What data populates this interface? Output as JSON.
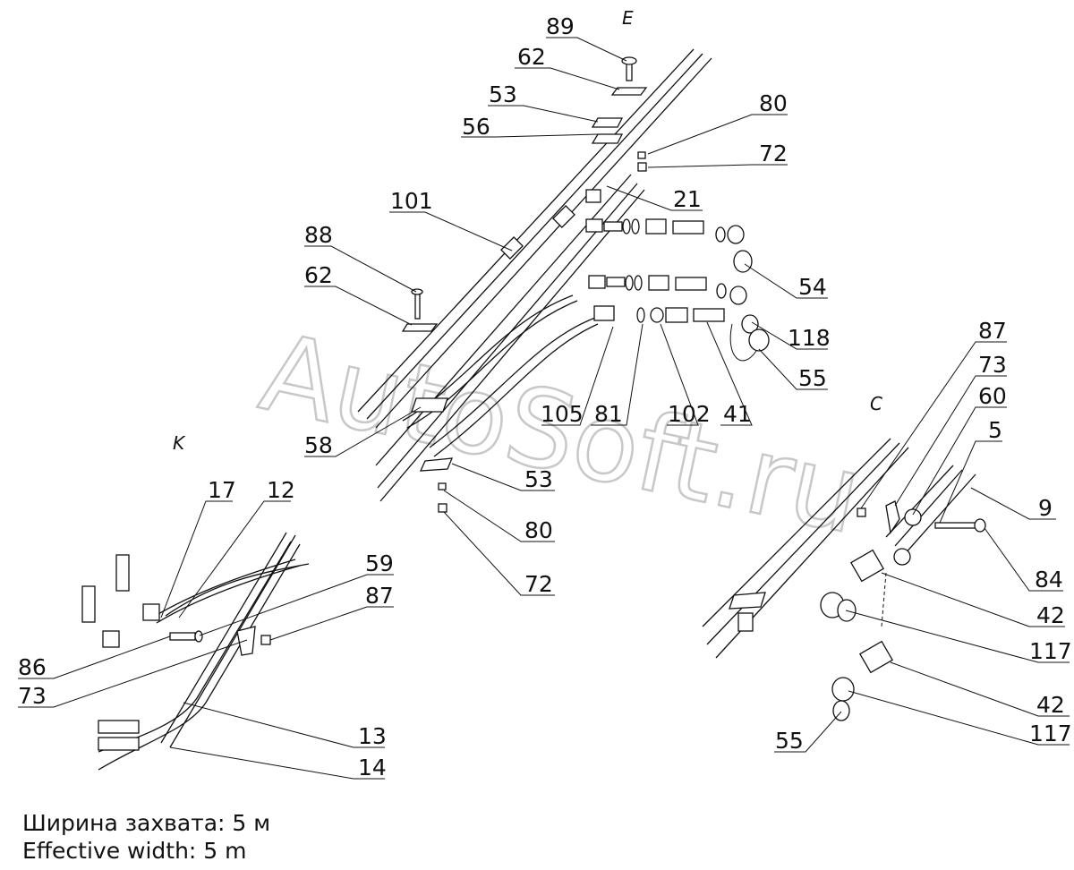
{
  "views": [
    "E",
    "K",
    "C"
  ],
  "watermark": "AutoSoft.ru",
  "caption": {
    "line1": "Ширина захвата: 5 м",
    "line2": "Effective width: 5 m"
  },
  "callouts": {
    "e": [
      "89",
      "62",
      "53",
      "56",
      "80",
      "72",
      "21",
      "101",
      "88",
      "62",
      "54",
      "118",
      "55",
      "58",
      "105",
      "81",
      "102",
      "41",
      "53",
      "80",
      "72"
    ],
    "k": [
      "17",
      "12",
      "59",
      "87",
      "86",
      "73",
      "13",
      "14"
    ],
    "c": [
      "87",
      "73",
      "60",
      "5",
      "9",
      "84",
      "42",
      "117",
      "42",
      "55",
      "117"
    ]
  }
}
